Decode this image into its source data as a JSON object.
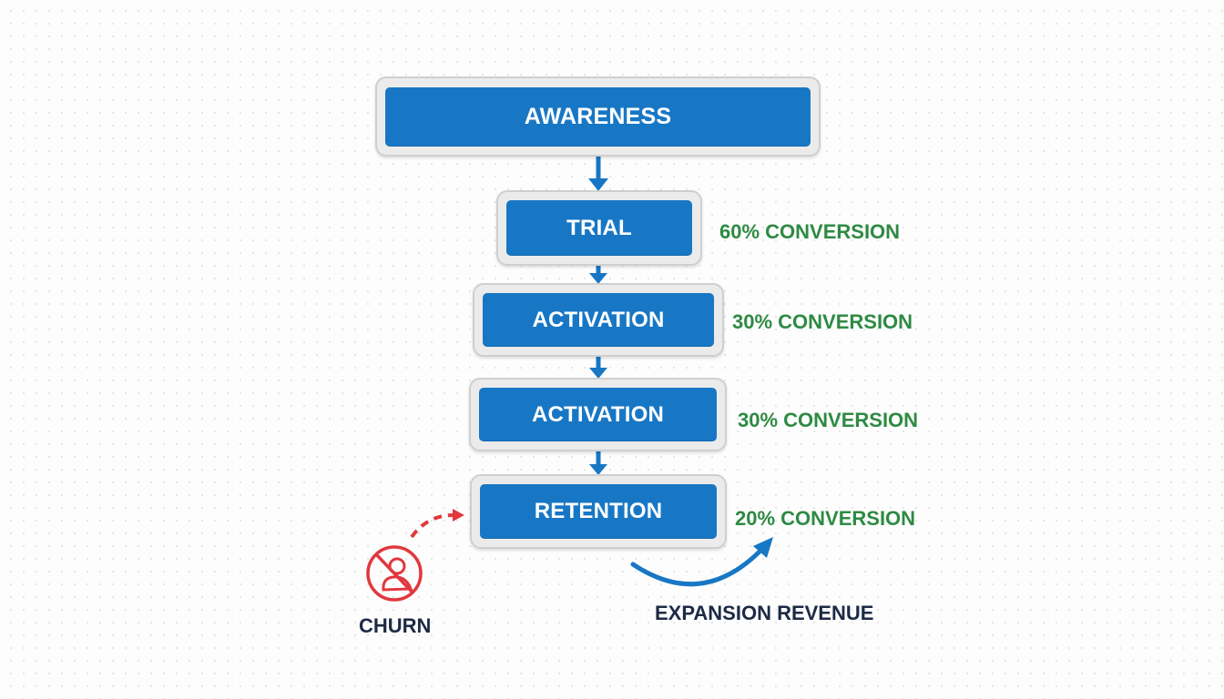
{
  "diagram": {
    "type": "funnel-flow",
    "stages": [
      {
        "label": "AWARENESS",
        "conversion": null
      },
      {
        "label": "TRIAL",
        "conversion": "60% CONVERSION"
      },
      {
        "label": "ACTIVATION",
        "conversion": "30% CONVERSION"
      },
      {
        "label": "ACTIVATION",
        "conversion": "30% CONVERSION"
      },
      {
        "label": "RETENTION",
        "conversion": "20% CONVERSION"
      }
    ],
    "churn": {
      "label": "CHURN",
      "icon": "no-user-icon"
    },
    "expansion": {
      "label": "EXPANSION REVENUE"
    }
  },
  "colors": {
    "stage_fill": "#1877c5",
    "stage_frame": "#ebebeb",
    "arrow": "#1877c5",
    "conversion_text": "#2e8a43",
    "churn": "#e0383e",
    "dark_text": "#1c2a44"
  }
}
